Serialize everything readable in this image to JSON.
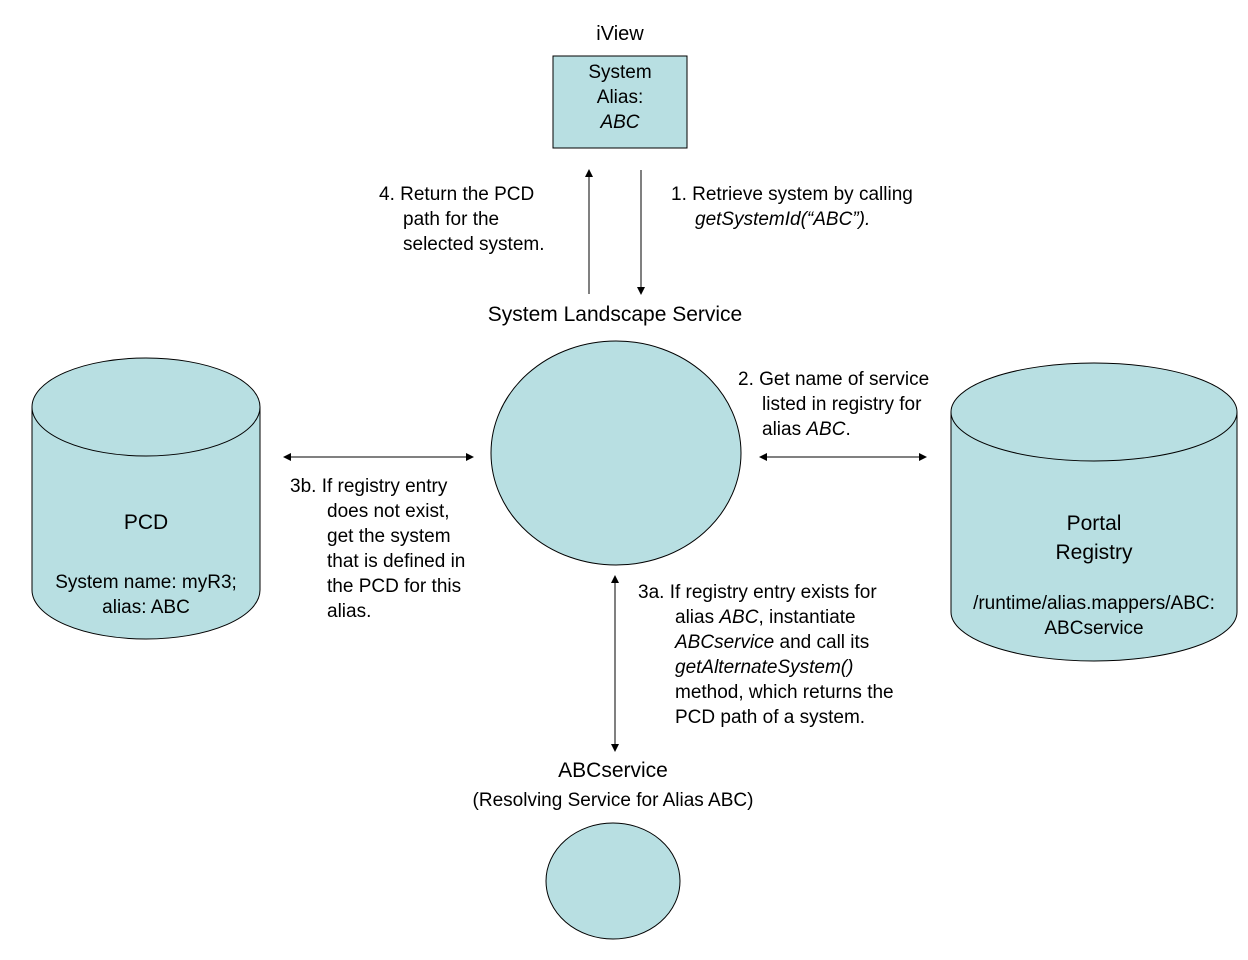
{
  "colors": {
    "fill": "#B8DFE2",
    "stroke": "#000000"
  },
  "iview": {
    "title": "iView",
    "box_line1": "System",
    "box_line2": "Alias:",
    "box_line3": "ABC"
  },
  "steps": {
    "step4": {
      "num": "4.",
      "line1": "Return the PCD",
      "line2": "path for the",
      "line3": "selected system."
    },
    "step1": {
      "num": "1.",
      "line1": "Retrieve system by calling",
      "line2": "getSystemId(“ABC”)."
    },
    "step2": {
      "num": "2.",
      "line1": "Get name  of service",
      "line2": "listed in registry for",
      "line3_pre": "alias ",
      "line3_it": "ABC",
      "line3_post": "."
    },
    "step3b": {
      "num": "3b.",
      "line1": "If registry entry",
      "line2": "does not exist,",
      "line3": "get the system",
      "line4": "that is defined in",
      "line5": "the PCD for this",
      "line6": "alias."
    },
    "step3a": {
      "num": "3a.",
      "line1": "If registry entry exists for",
      "line2_pre": "alias ",
      "line2_it": "ABC",
      "line2_post": ", instantiate",
      "line3_it": "ABCservice",
      "line3_post": " and  call its",
      "line4_it": "getAlternateSystem()",
      "line5": "method,  which returns the",
      "line6": "PCD path of a system."
    }
  },
  "sls": {
    "title": "System Landscape Service"
  },
  "pcd": {
    "title": "PCD",
    "line1": "System name: myR3;",
    "line2": "alias: ABC"
  },
  "registry": {
    "title1": "Portal",
    "title2": "Registry",
    "line1": "/runtime/alias.mappers/ABC:",
    "line2": "ABCservice"
  },
  "abcservice": {
    "title": "ABCservice",
    "subtitle": "(Resolving Service for Alias ABC)"
  }
}
